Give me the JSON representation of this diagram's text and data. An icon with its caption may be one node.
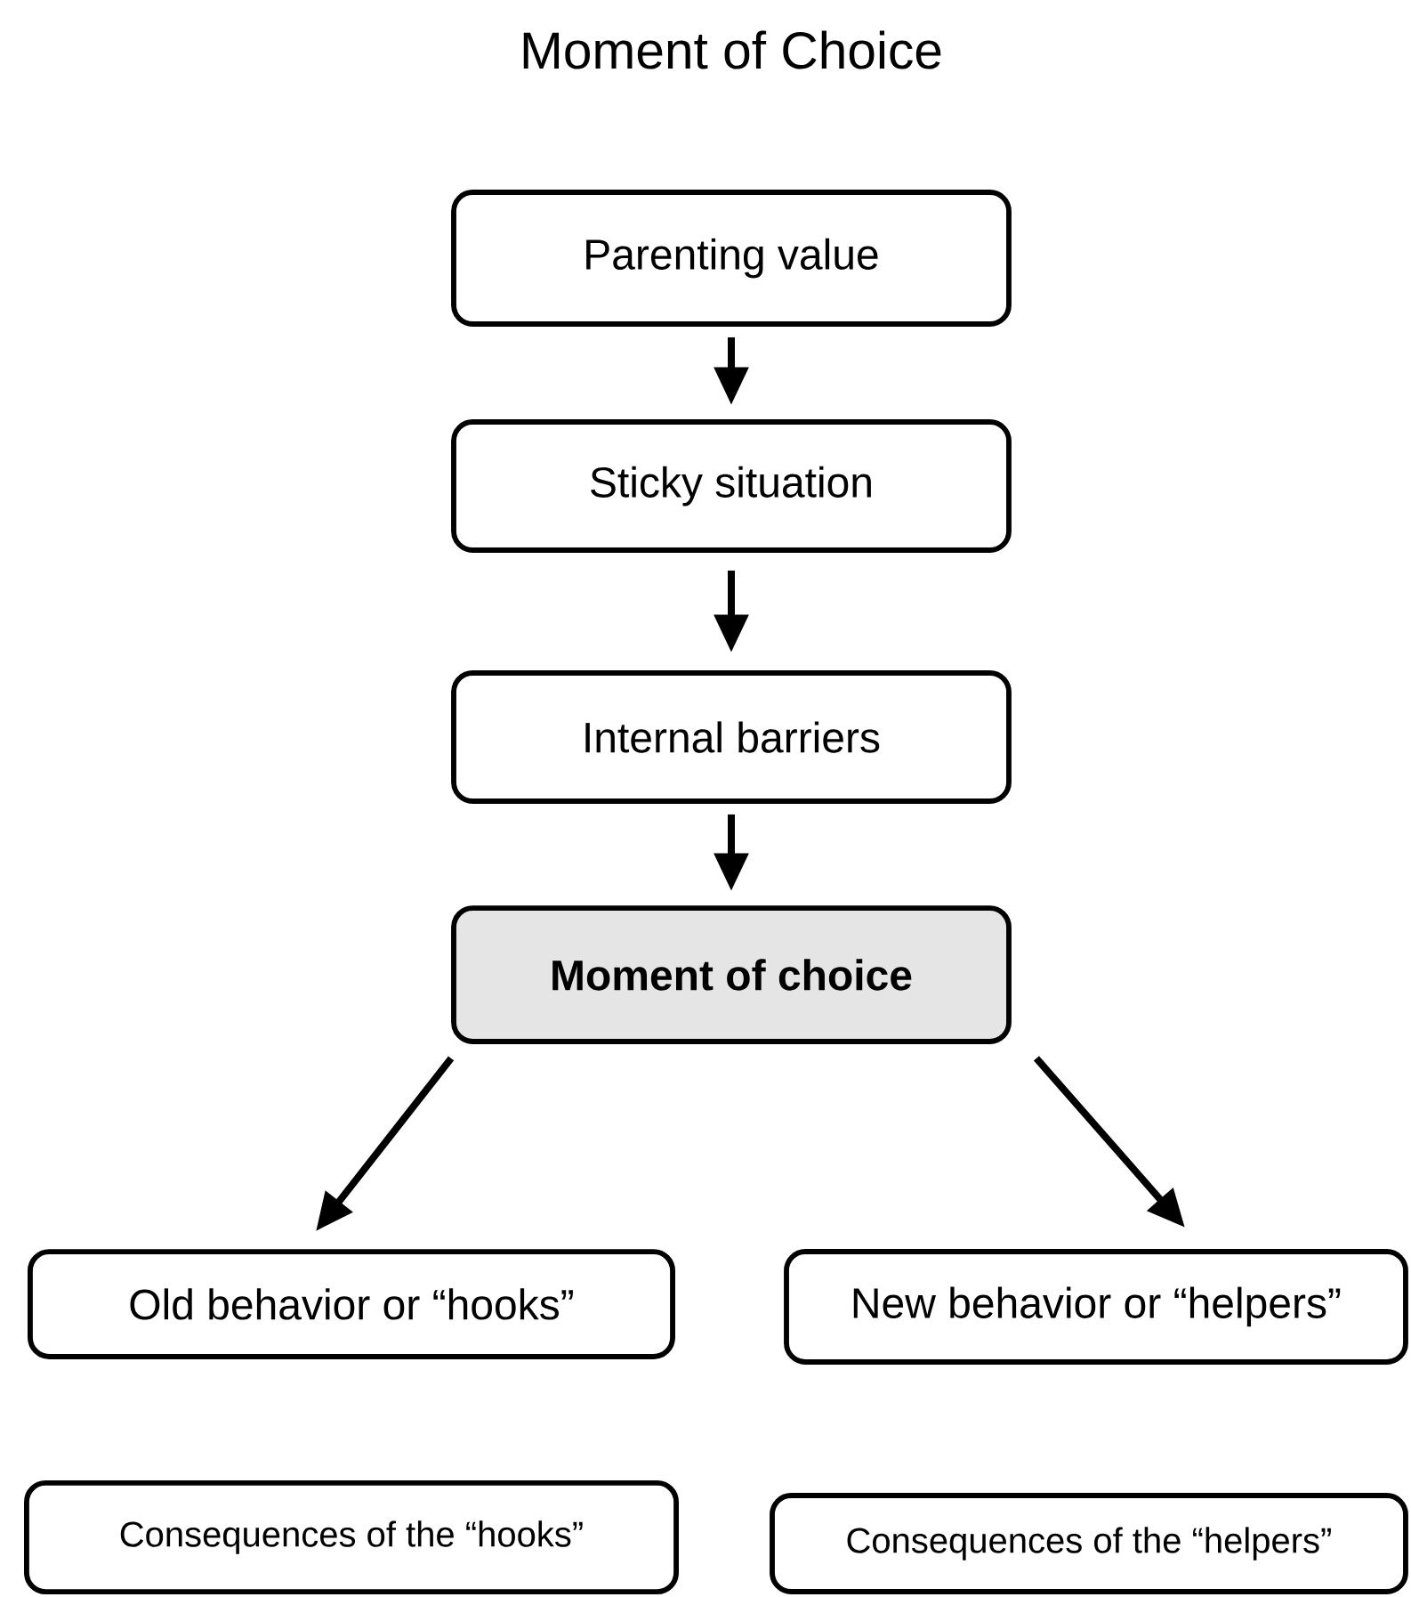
{
  "diagram": {
    "title": "Moment of Choice",
    "nodes": [
      {
        "text": [
          "Parenting value"
        ]
      },
      {
        "text": [
          "Sticky situation"
        ]
      },
      {
        "text": [
          "Internal barriers"
        ]
      },
      {
        "text": [
          "Moment of choice"
        ]
      },
      {
        "text": [
          "Old behavior or “hooks”"
        ]
      },
      {
        "text": [
          "New behavior or “helpers”"
        ]
      },
      {
        "text": [
          "Consequences of the “hooks”"
        ]
      },
      {
        "text": [
          "Consequences of the “helpers”"
        ]
      }
    ],
    "edges": [
      {
        "from": 0,
        "to": 1,
        "arrow": "to"
      },
      {
        "from": 1,
        "to": 2,
        "arrow": "to"
      },
      {
        "from": 2,
        "to": 3,
        "arrow": "to"
      },
      {
        "from": 3,
        "to": 4,
        "arrow": "to"
      },
      {
        "from": 3,
        "to": 5,
        "arrow": "to"
      }
    ]
  }
}
